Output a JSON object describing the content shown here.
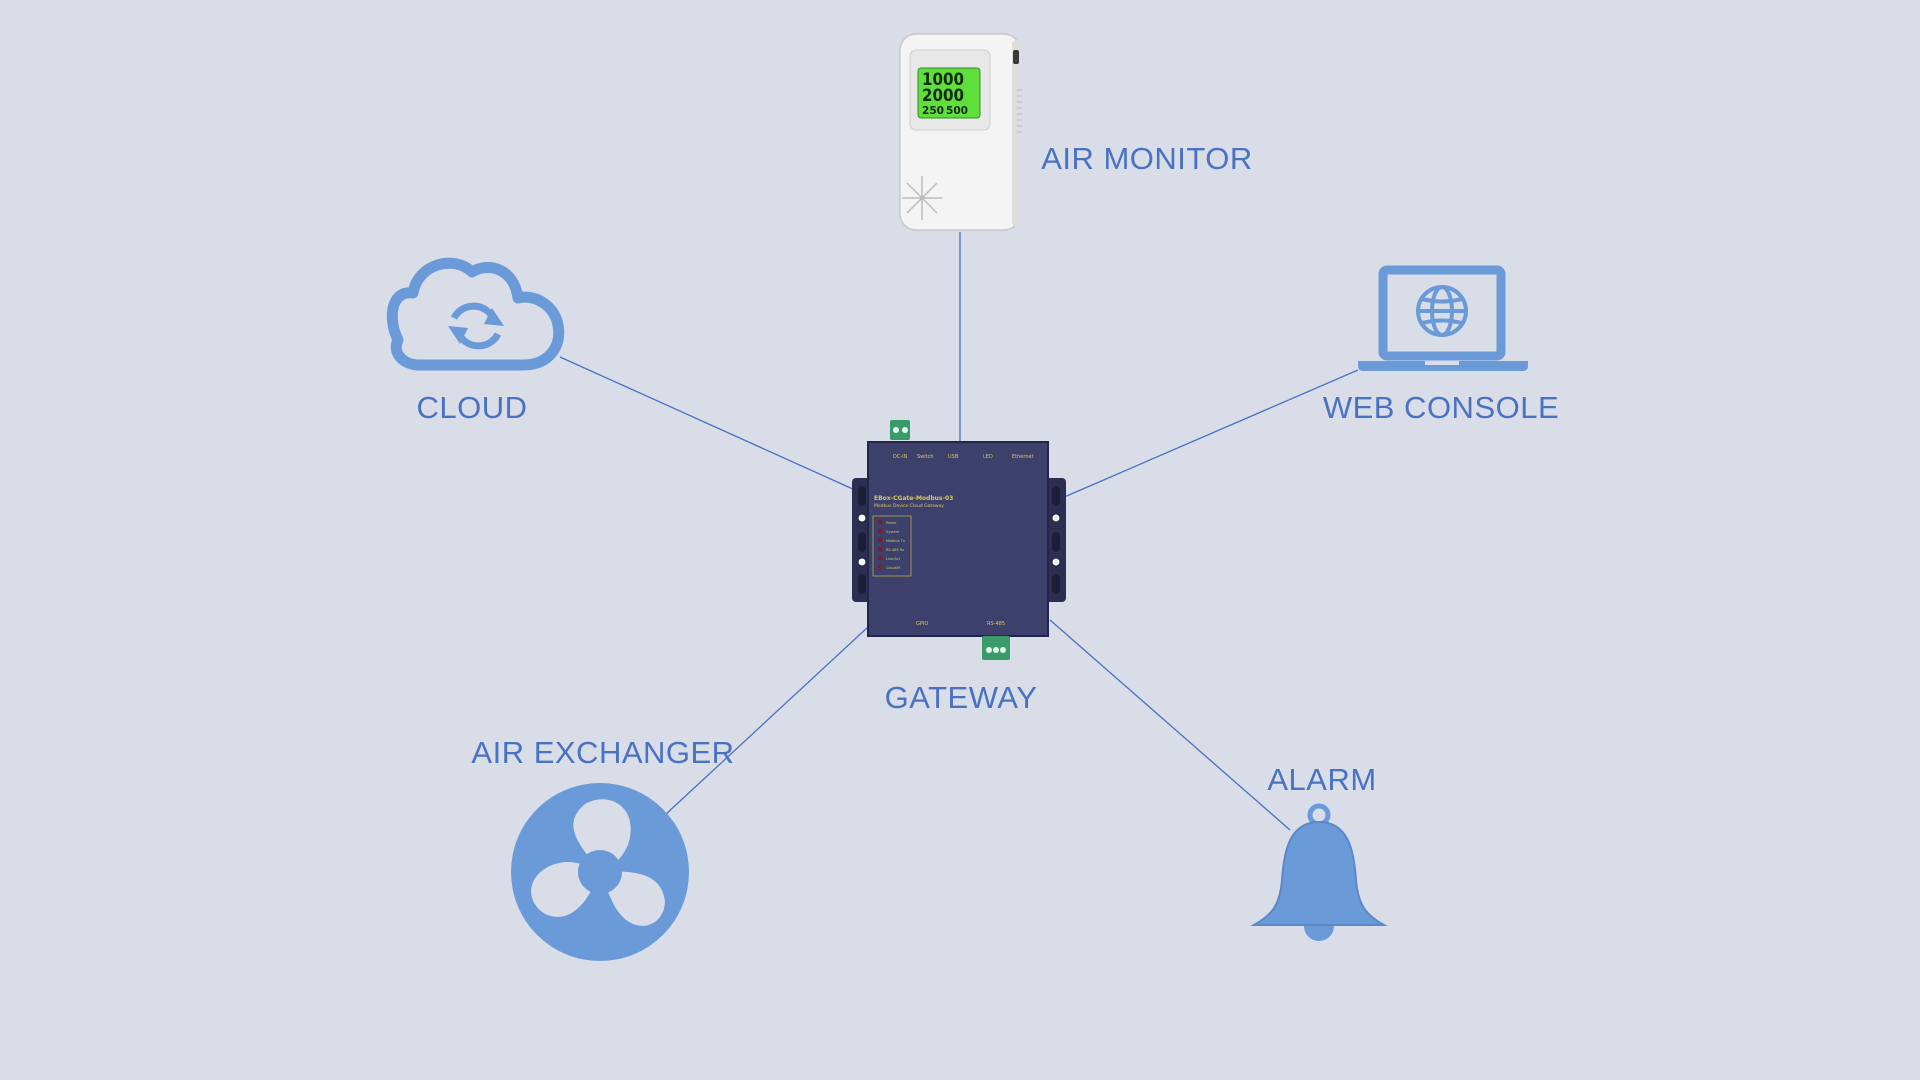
{
  "colors": {
    "background": "#d8dde8",
    "icon_blue": "#6a9ad8",
    "label_blue": "#4a72c2",
    "line_blue": "#4a6fc2",
    "gateway_body": "#3c406a",
    "terminal_green": "#3a9a6a",
    "lcd_green": "#5fdf3a"
  },
  "nodes": {
    "air_monitor": {
      "label": "AIR MONITOR",
      "icon": "air-monitor-device",
      "display": {
        "line1": "1000",
        "line2": "2000",
        "line3_a": "250",
        "line3_b": "500"
      }
    },
    "cloud": {
      "label": "CLOUD",
      "icon": "cloud-sync-icon"
    },
    "web_console": {
      "label": "WEB CONSOLE",
      "icon": "laptop-globe-icon"
    },
    "gateway": {
      "label": "GATEWAY",
      "icon": "gateway-device",
      "model": "EBox-CGate-Modbus-03",
      "subtitle": "Modbus Device Cloud Gateway",
      "top_ports": [
        "DC-IN",
        "Switch",
        "USB",
        "LED",
        "Ethernet"
      ],
      "bottom_ports": [
        "GPIO",
        "RS-485"
      ],
      "leds": [
        "Power",
        "System",
        "Modbus Tx",
        "RS-485 Rx",
        "Link/Act",
        "Cloud/M"
      ]
    },
    "air_exchanger": {
      "label": "AIR EXCHANGER",
      "icon": "fan-icon"
    },
    "alarm": {
      "label": "ALARM",
      "icon": "bell-icon"
    }
  }
}
